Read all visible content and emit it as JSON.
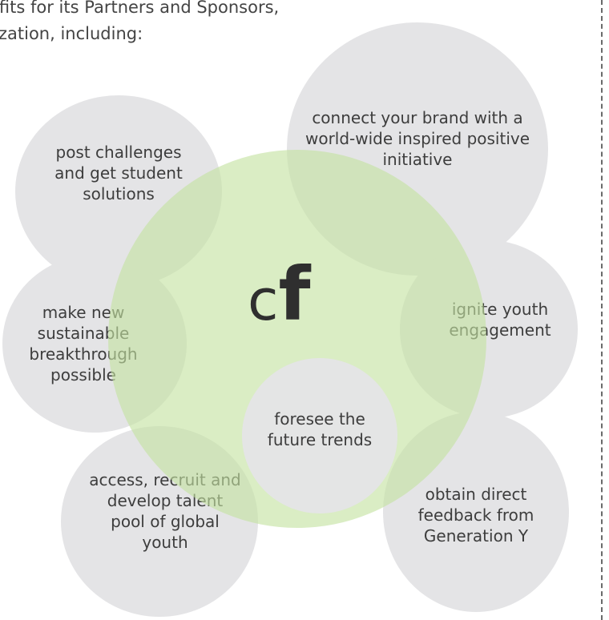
{
  "intro": {
    "line1": "efits for its Partners and Sponsors,",
    "line2": "zation, including:"
  },
  "logo": {
    "c": "c",
    "f": "f"
  },
  "bubbles": {
    "connect": "connect your brand with a world-wide inspired positive initiative",
    "post": "post challenges and get student solutions",
    "ignite": "ignite youth engagement",
    "make": "make new sustainable breakthrough possible",
    "foresee": "foresee the future trends",
    "access": "access, recruit and develop talent pool of global youth",
    "obtain": "obtain direct feedback from Generation Y"
  },
  "colors": {
    "bubble": "#e4e4e6",
    "center": "#c4e2a0",
    "text": "#3d3d3d"
  }
}
